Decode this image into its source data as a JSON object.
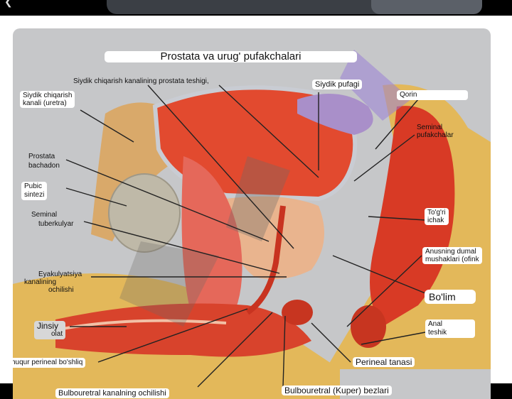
{
  "title": "Prostata va urug' pufakchalari",
  "labels": {
    "siydik_kanal_teshigi": "Siydik chiqarish kanalining prostata teshigi,",
    "siydik_kanali_1": "Siydik chiqarish",
    "siydik_kanali_2": "kanali (uretra)",
    "siydik_pufagi": "Siydik pufagi",
    "qorin": "Qorin",
    "seminal_pufak_1": "Seminal",
    "seminal_pufak_2": "pufakchalar",
    "prostata_1": "Prostata",
    "prostata_2": "bachadon",
    "pubic_1": "Pubic",
    "pubic_2": "sintezi",
    "seminal_tub_1": "Seminal",
    "seminal_tub_2": "tuberkulyar",
    "togri_1": "To'g'ri",
    "togri_2": "ichak",
    "anus_1": "Anusning dumal",
    "anus_2": "mushaklari (ofink",
    "eyak_1": "Eyakulyatsiya",
    "eyak_2": "kanalining",
    "eyak_3": "ochilishi",
    "bolim": "Bo'lim",
    "jinsiy_1": "Jinsiy",
    "jinsiy_2": "olat",
    "anal_1": "Anal",
    "anal_2": "teshik",
    "huqur": "huqur perineal bo'shliq",
    "perineal_tanasi": "Perineal tanasi",
    "bulbouretral_kanal": "Bulbouretral kanalning ochilishi",
    "bulbouretral_bez": "Bulbouretral (Kuper) bezlari"
  },
  "colors": {
    "panel": "#c6c7c9",
    "tissue": "#e0442c",
    "fat": "#e3b85a",
    "bone": "#bfb9a8"
  },
  "icons": {
    "back": "back-arrow-icon"
  }
}
